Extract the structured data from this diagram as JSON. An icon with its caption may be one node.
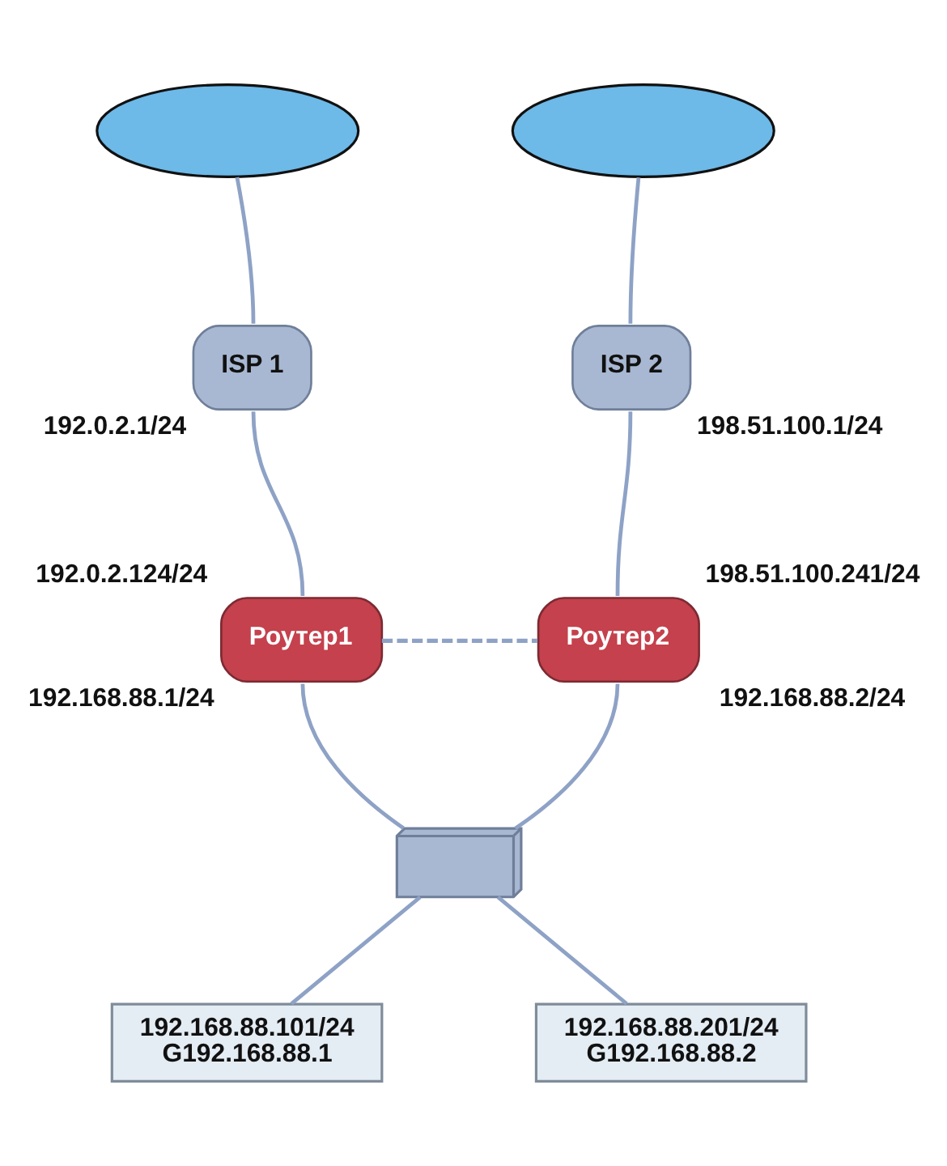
{
  "diagram": {
    "nodes": [
      {
        "text": [],
        "shape": "cloud"
      },
      {
        "text": [],
        "shape": "cloud"
      },
      {
        "text": [
          "ISP 1"
        ],
        "beside": [
          "192.0.2.1/24"
        ]
      },
      {
        "text": [
          "ISP 2"
        ],
        "beside": [
          "198.51.100.1/24"
        ]
      },
      {
        "text": [
          "Роутер1"
        ],
        "beside": [
          "192.0.2.124/24",
          "192.168.88.1/24"
        ]
      },
      {
        "text": [
          "Роутер2"
        ],
        "beside": [
          "198.51.100.241/24",
          "192.168.88.2/24"
        ]
      },
      {
        "text": [],
        "shape": "box"
      },
      {
        "text": [
          "192.168.88.101/24",
          "G192.168.88.1"
        ]
      },
      {
        "text": [
          "192.168.88.201/24",
          "G192.168.88.2"
        ]
      }
    ],
    "edges": [
      {
        "from": 0,
        "to": 2,
        "arrow": "none"
      },
      {
        "from": 1,
        "to": 3,
        "arrow": "none"
      },
      {
        "from": 2,
        "to": 4,
        "arrow": "none"
      },
      {
        "from": 3,
        "to": 5,
        "arrow": "none"
      },
      {
        "from": 4,
        "to": 5,
        "arrow": "none",
        "style": "dashed"
      },
      {
        "from": 4,
        "to": 6,
        "arrow": "none"
      },
      {
        "from": 5,
        "to": 6,
        "arrow": "none"
      },
      {
        "from": 6,
        "to": 7,
        "arrow": "none"
      },
      {
        "from": 6,
        "to": 8,
        "arrow": "none"
      }
    ]
  }
}
